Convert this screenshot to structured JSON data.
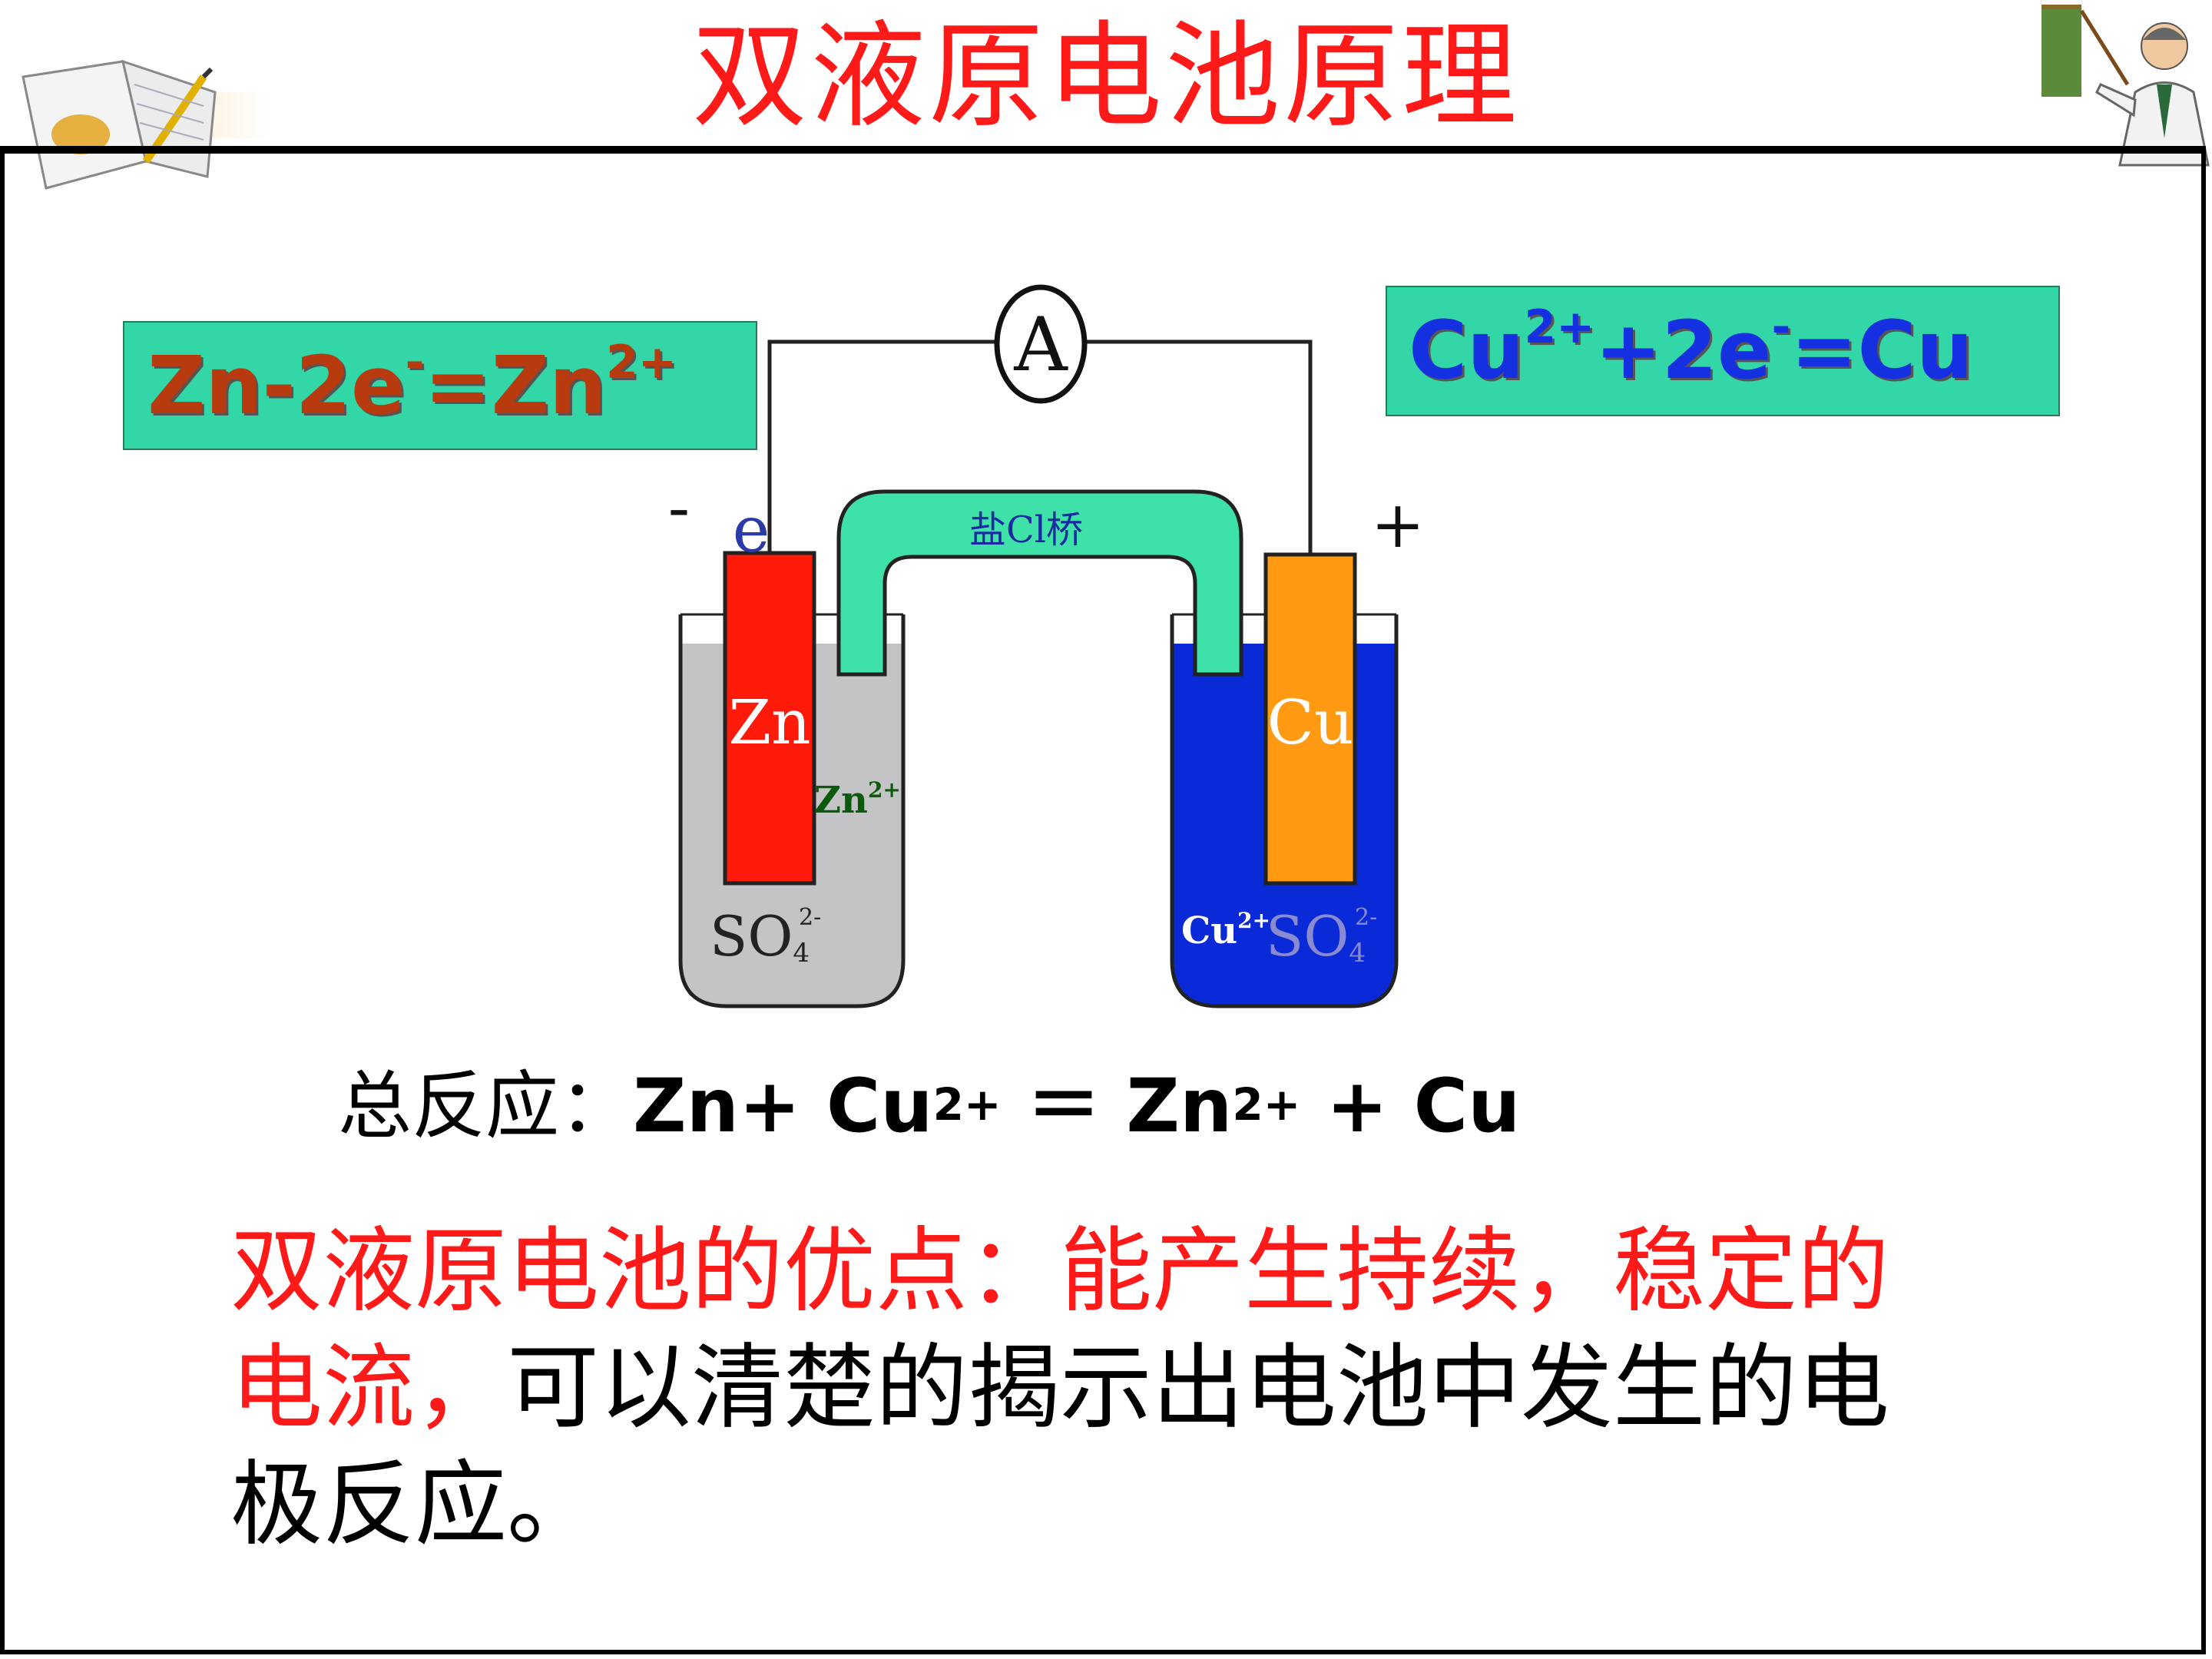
{
  "title": "双液原电池原理",
  "anode_equation": {
    "species": "Zn-2e",
    "charge_e": "-",
    "product": "=Zn",
    "charge_product": "2+"
  },
  "cathode_equation": {
    "species": "Cu",
    "charge_species": "2+",
    "middle": "+2e",
    "charge_e": "-",
    "product": "=Cu"
  },
  "diagram": {
    "ammeter": "A",
    "negative_sign": "-",
    "positive_sign": "+",
    "electron": "e",
    "salt_bridge": "盐Cl桥",
    "zn_electrode": "Zn",
    "cu_electrode": "Cu",
    "zn_ion": "Zn",
    "zn_ion_charge": "2+",
    "cu_ion": "Cu",
    "cu_ion_charge": "2+",
    "sulfate_left": "SO",
    "sulfate_right": "SO",
    "sulfate_sub": "4",
    "sulfate_sup": "2-",
    "colors": {
      "zn": "#ff1a0a",
      "cu": "#ff9a12",
      "left_solution": "#c4c4c6",
      "right_solution": "#0a2ad8",
      "salt_bridge": "#3ee2a8"
    }
  },
  "overall": {
    "label": "总反应：",
    "reactant1": "Zn+ Cu",
    "charge1": "2+",
    "equals": " ＝ Zn",
    "charge2": "2+",
    "product": " + Cu"
  },
  "note": {
    "red_part": "双液原电池的优点：能产生持续，稳定的电流，",
    "black_part": "可以清楚的揭示出电池中发生的电极反应。"
  }
}
